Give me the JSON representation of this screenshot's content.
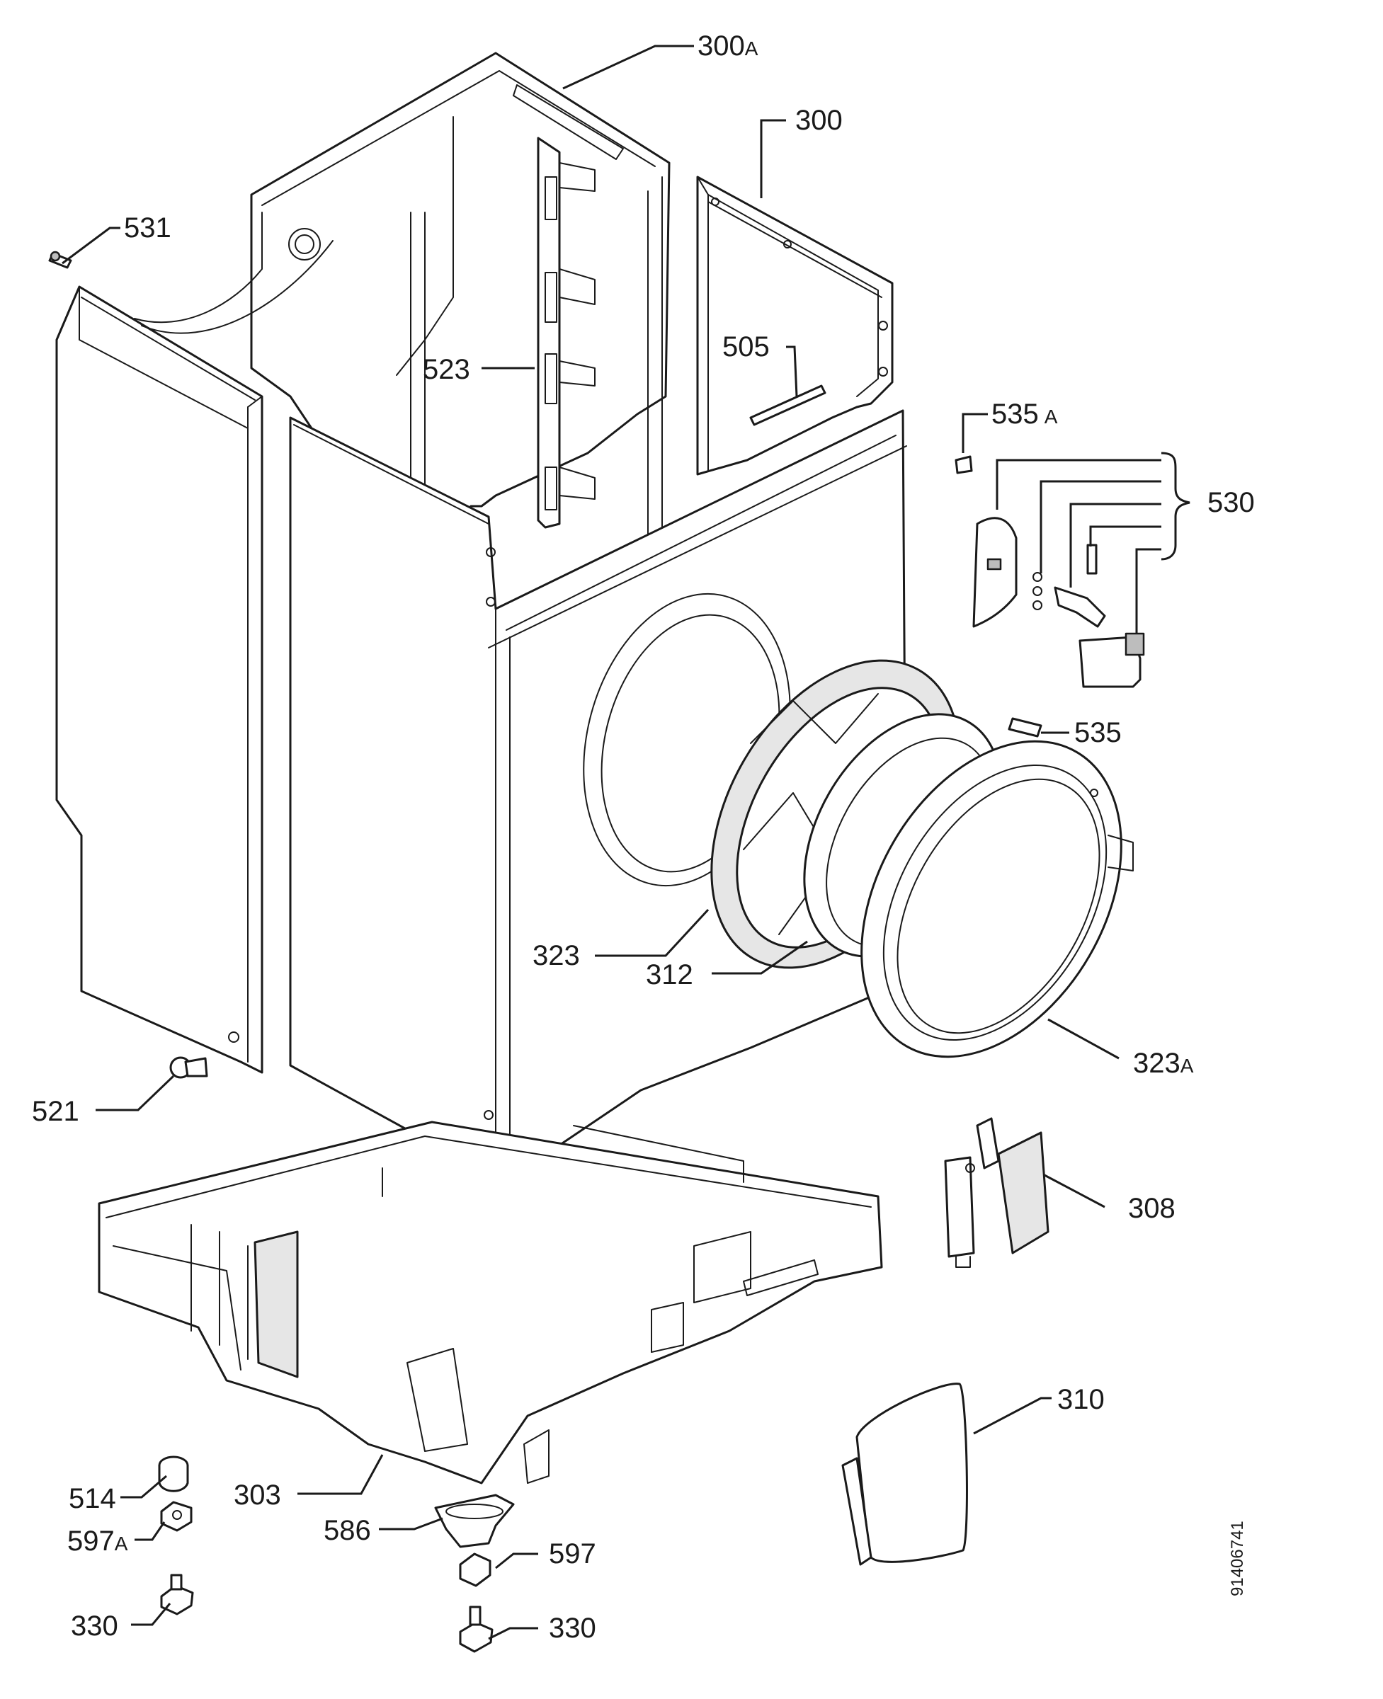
{
  "labels": {
    "l300a": {
      "num": "300",
      "suffix": "A"
    },
    "l300": {
      "num": "300"
    },
    "l531": {
      "num": "531"
    },
    "l523": {
      "num": "523"
    },
    "l505": {
      "num": "505"
    },
    "l535a": {
      "num": "535",
      "suffix": "A"
    },
    "l530": {
      "num": "530"
    },
    "l535": {
      "num": "535"
    },
    "l323": {
      "num": "323"
    },
    "l312": {
      "num": "312"
    },
    "l323a": {
      "num": "323",
      "suffix": "A"
    },
    "l521": {
      "num": "521"
    },
    "l308": {
      "num": "308"
    },
    "l310": {
      "num": "310"
    },
    "l303": {
      "num": "303"
    },
    "l514": {
      "num": "514"
    },
    "l597a": {
      "num": "597",
      "suffix": "A"
    },
    "l586": {
      "num": "586"
    },
    "l597": {
      "num": "597"
    },
    "l330a": {
      "num": "330"
    },
    "l330b": {
      "num": "330"
    }
  },
  "document_id": "91406741"
}
